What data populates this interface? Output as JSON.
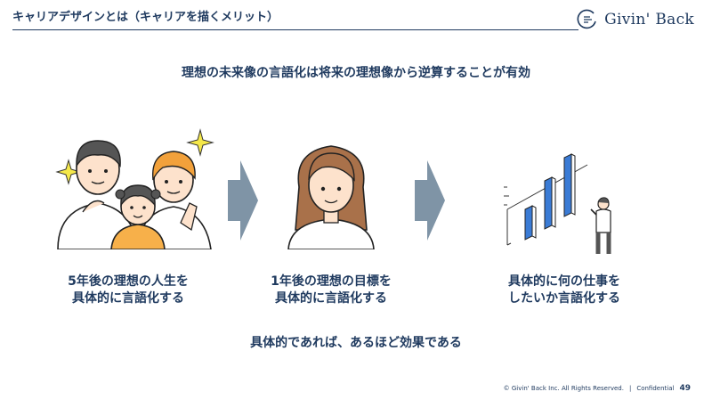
{
  "header": {
    "title": "キャリアデザインとは（キャリアを描くメリット）",
    "logo_text": "Givin' Back"
  },
  "headline": "理想の未来像の言語化は将来の理想像から逆算することが有効",
  "steps": [
    {
      "caption_line1": "5年後の理想の人生を",
      "caption_line2": "具体的に言語化する",
      "icon": "family-illustration"
    },
    {
      "caption_line1": "1年後の理想の目標を",
      "caption_line2": "具体的に言語化する",
      "icon": "woman-illustration"
    },
    {
      "caption_line1": "具体的に何の仕事を",
      "caption_line2": "したいか言語化する",
      "icon": "bar-chart-person-illustration"
    }
  ],
  "conclusion": "具体的であれば、あるほど効果である",
  "footer": {
    "copyright": "© Givin' Back Inc. All Rights Reserved.",
    "separator": "|",
    "confidential": "Confidential",
    "page_number": "49"
  },
  "colors": {
    "primary": "#1f3a5f",
    "arrow": "#7f94a6",
    "skin": "#fde2cc",
    "hair_dark": "#555555",
    "hair_orange": "#f2a13b",
    "hair_brown": "#a9714a",
    "shirt_orange": "#f7b04a",
    "sparkle": "#f5e84a",
    "chart_blue": "#3a7bd5"
  }
}
